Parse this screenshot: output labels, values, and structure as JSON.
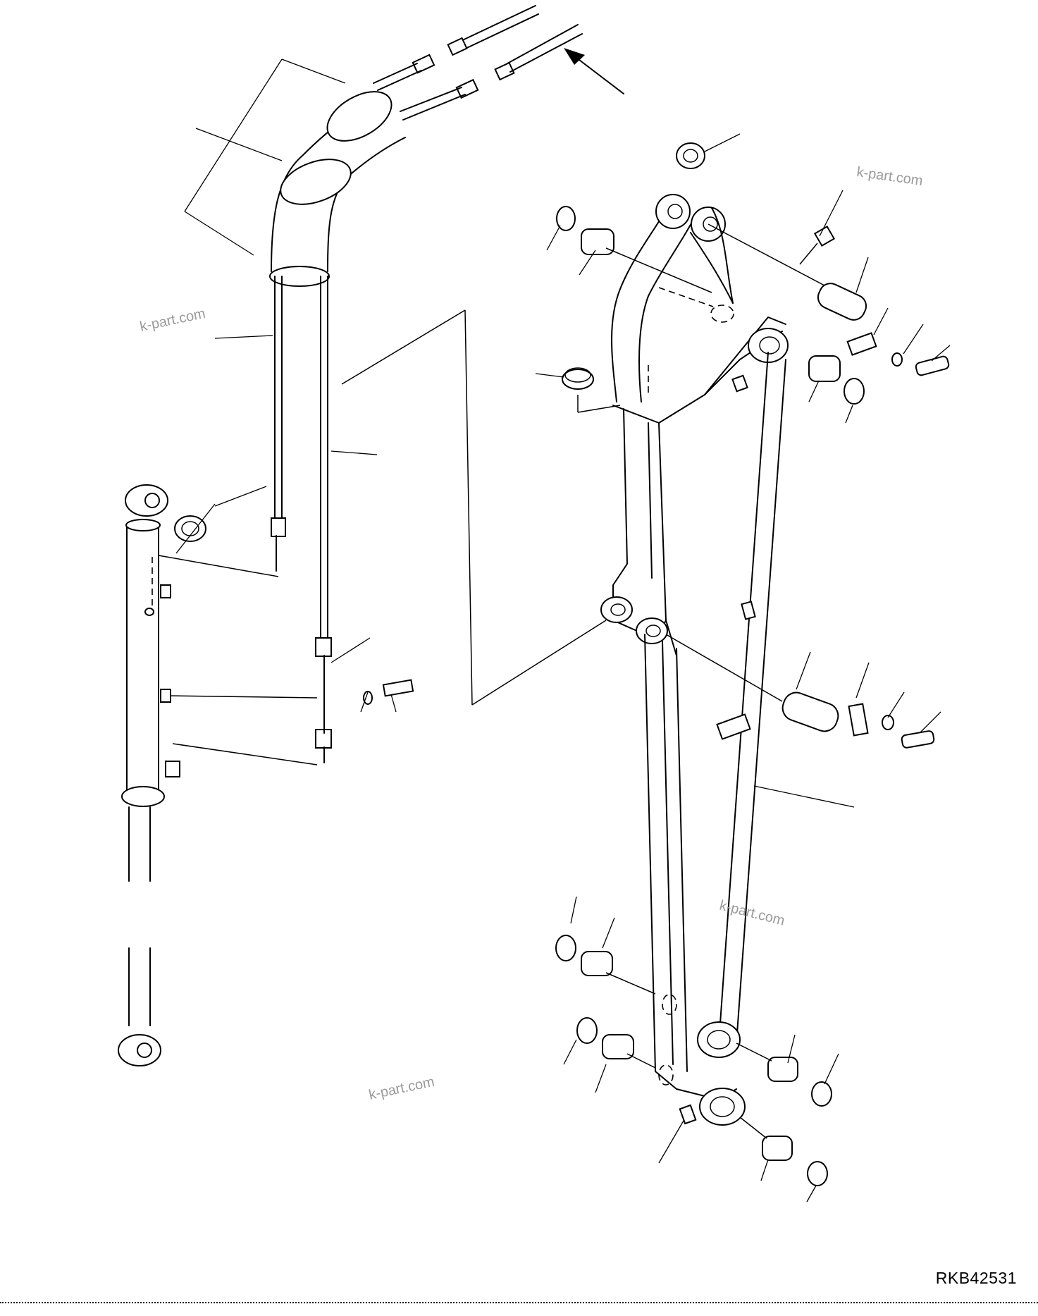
{
  "drawing_code": "RKB42531",
  "watermarks": [
    "k-part.com",
    "k-part.com",
    "k-part.com",
    "k-part.com"
  ]
}
